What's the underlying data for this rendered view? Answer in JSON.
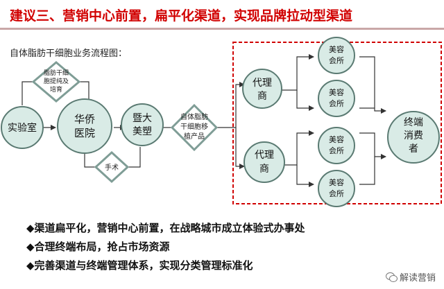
{
  "header": {
    "title": "建议三、营销中心前置，扁平化渠道，实现品牌拉动型渠道"
  },
  "diagram": {
    "caption": "自体脂肪干细胞业务流程图：",
    "nodes": {
      "lab": "实验室",
      "hospital": [
        "华侨",
        "医院"
      ],
      "meisu": [
        "暨大",
        "美塑"
      ],
      "agent1": [
        "代理",
        "商"
      ],
      "agent2": [
        "代理",
        "商"
      ],
      "salon1": [
        "美容",
        "会所"
      ],
      "salon2": [
        "美容",
        "会所"
      ],
      "salon3": [
        "美容",
        "会所"
      ],
      "salon4": [
        "美容",
        "会所"
      ],
      "consumer": [
        "终端",
        "消费",
        "者"
      ]
    },
    "diamonds": {
      "extract": [
        "脂肪干细",
        "胞提纯及",
        "培育"
      ],
      "surgery": "手术",
      "product": [
        "自体脂肪",
        "干细胞移",
        "植产品"
      ]
    }
  },
  "bullets": [
    "◆渠道扁平化，营销中心前置，在战略城市成立体验式办事处",
    "◆合理终端布局，抢占市场资源",
    "◆完善渠道与终端管理体系，实现分类管理标准化"
  ],
  "watermark": "解读营销",
  "colors": {
    "title": "#d10000",
    "node_fill": "#d9ebe6",
    "node_stroke": "#5a7a72",
    "dashed_border": "#d00000"
  }
}
